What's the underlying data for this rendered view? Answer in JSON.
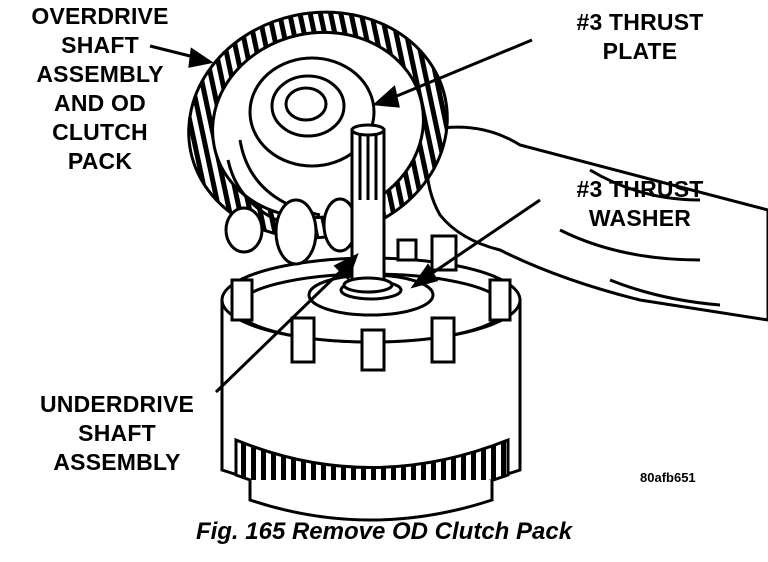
{
  "labels": {
    "od_shaft": "OVERDRIVE\nSHAFT\nASSEMBLY\nAND OD\nCLUTCH\nPACK",
    "thrust_plate": "#3 THRUST\nPLATE",
    "thrust_washer": "#3 THRUST\nWASHER",
    "ud_shaft": "UNDERDRIVE\nSHAFT\nASSEMBLY"
  },
  "figure_code": "80afb651",
  "caption": "Fig. 165 Remove OD Clutch Pack"
}
